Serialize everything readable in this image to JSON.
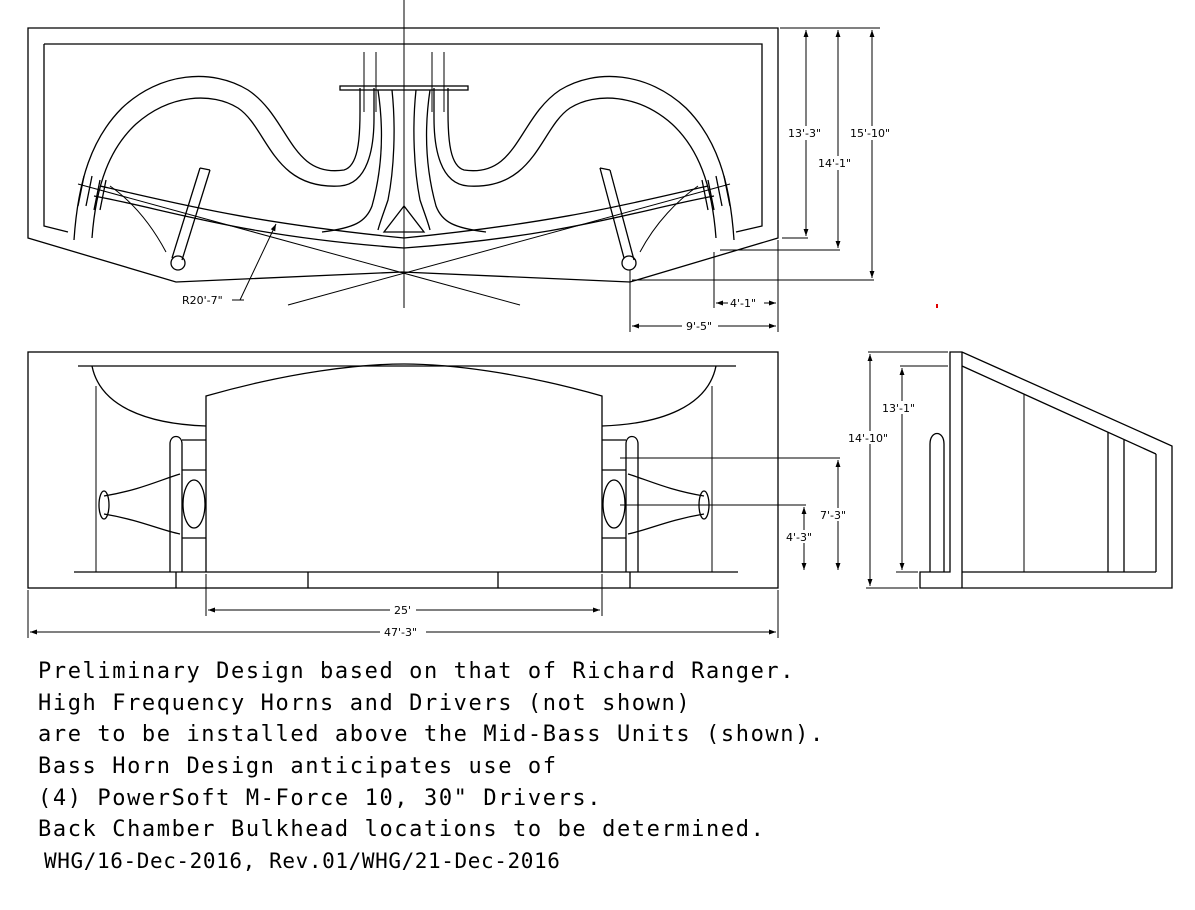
{
  "dimensions": {
    "plan_height_1": "13'-3\"",
    "plan_height_2": "14'-1\"",
    "plan_height_3": "15'-10\"",
    "radius": "R20'-7\"",
    "horn_depth": "4'-1\"",
    "horn_offset": "9'-5\"",
    "mouth_width": "25'",
    "overall_width": "47'-3\"",
    "elevation_height_1": "7'-3\"",
    "elevation_height_2": "4'-3\"",
    "side_height_1": "13'-1\"",
    "side_height_2": "14'-10\""
  },
  "notes": [
    "Preliminary Design based on that of Richard Ranger.",
    "High Frequency Horns and Drivers (not shown)",
    "are to be installed above the Mid-Bass Units (shown).",
    "Bass Horn Design anticipates use of",
    "(4) PowerSoft M-Force 10, 30\" Drivers.",
    "Back Chamber Bulkhead locations to be determined.",
    "WHG/16-Dec-2016, Rev.01/WHG/21-Dec-2016"
  ]
}
